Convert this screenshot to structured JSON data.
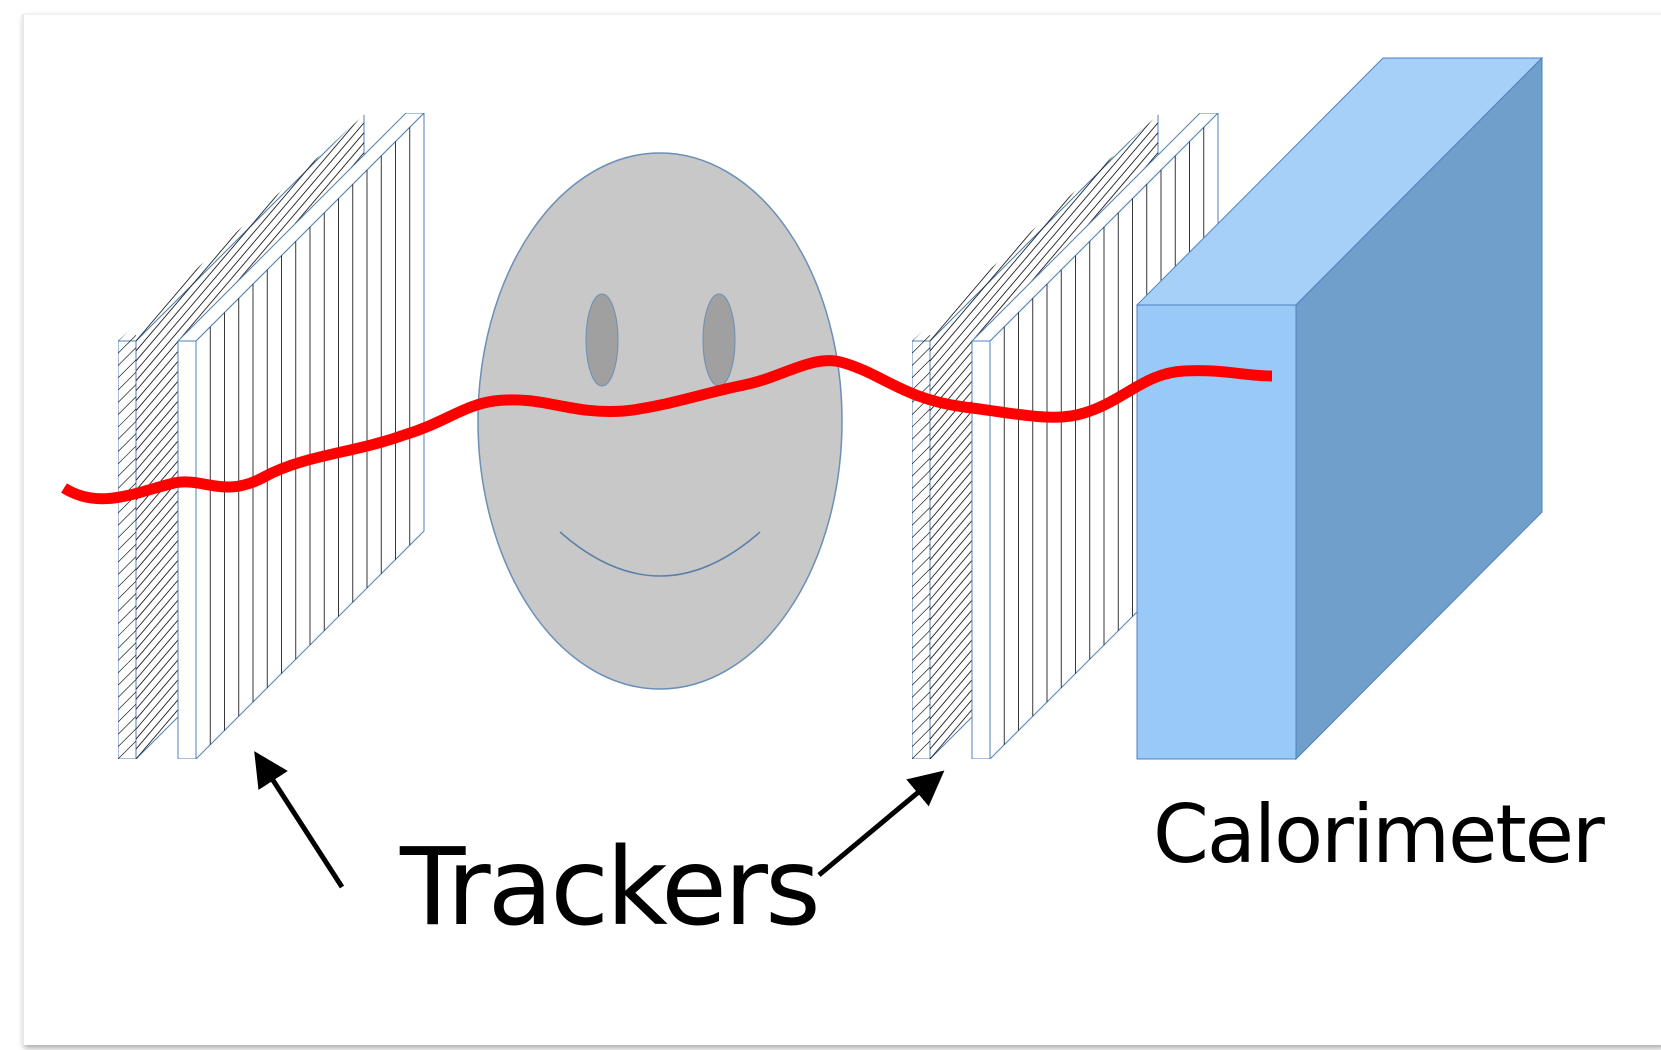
{
  "labels": {
    "trackers": "Trackers",
    "calorimeter": "Calorimeter"
  },
  "colors": {
    "background": "#ffffff",
    "tracker_outline": "#4f81bd",
    "tracker_lines": "#222222",
    "face_fill": "#c8c8c8",
    "face_outline": "#6b8fb8",
    "eye_fill": "#a0a0a0",
    "calorimeter_front": "#99c9f7",
    "calorimeter_top": "#a7d0f8",
    "calorimeter_side": "#6f9fca",
    "particle_track": "#ff0000",
    "arrow": "#000000"
  },
  "icons": {
    "face": "smiley-face",
    "track": "particle-track-line",
    "arrows": "pointer-arrow"
  }
}
